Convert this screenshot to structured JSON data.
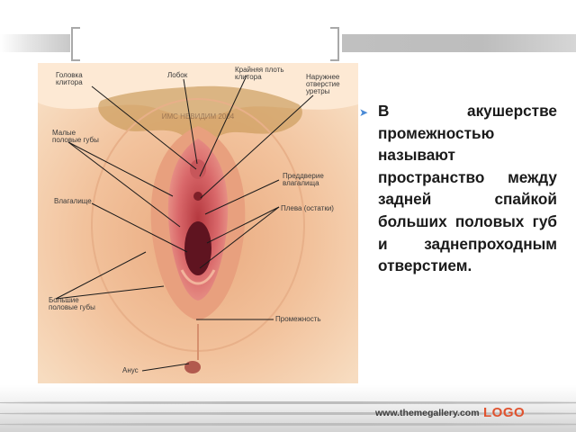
{
  "figure": {
    "watermark": "ИМС НЕВИДИМ 2004",
    "labels": {
      "clitoris_head": "Головка\nклитора",
      "pubis": "Лобок",
      "foreskin": "Крайняя плоть\nклитора",
      "urethra": "Наружнее\nотверстие\nуретры",
      "labia_minora": "Малые\nполовые губы",
      "vestibule": "Преддверие\nвлагалища",
      "hymen": "Плева (остатки)",
      "vagina": "Влагалище",
      "labia_majora": "Большие\nполовые губы",
      "perineum": "Промежность",
      "anus": "Анус"
    }
  },
  "bullet": {
    "icon": "triangle-bullet-icon",
    "color": "#4a8ad6",
    "text": "В акушерстве промежностью называют пространство между задней спайкой больших половых губ и заднепроходным отверстием."
  },
  "footer": {
    "url": "www.themegallery.com",
    "logo": "LOGO",
    "logo_color": "#e0522e"
  }
}
